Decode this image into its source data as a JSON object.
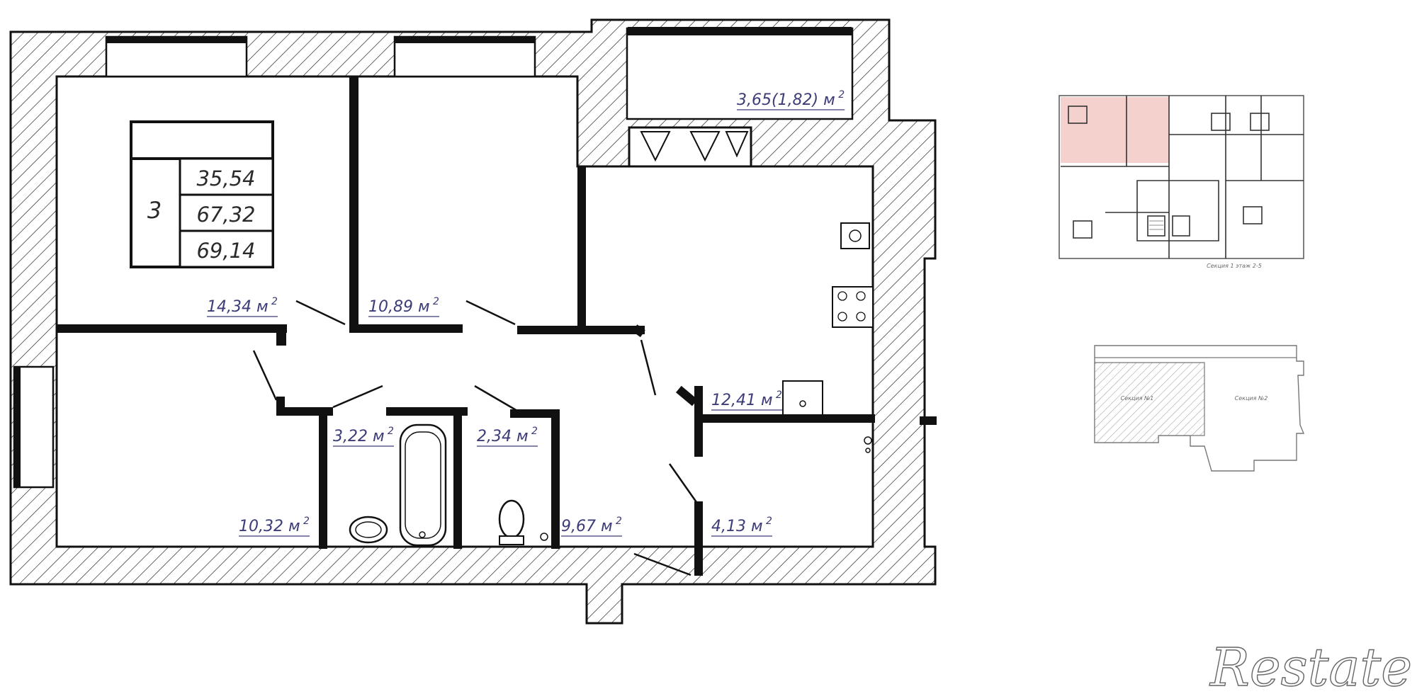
{
  "plan": {
    "room_count": "3",
    "areas": {
      "living": "35,54",
      "total": "67,32",
      "total_with_balcony": "69,14"
    },
    "rooms": [
      {
        "id": "bedroom-1",
        "area": "14,34",
        "unit": "м"
      },
      {
        "id": "bedroom-2",
        "area": "10,89",
        "unit": "м"
      },
      {
        "id": "balcony",
        "area": "3,65(1,82)",
        "unit": "м"
      },
      {
        "id": "kitchen",
        "area": "12,41",
        "unit": "м"
      },
      {
        "id": "bedroom-3",
        "area": "10,32",
        "unit": "м"
      },
      {
        "id": "bathroom",
        "area": "3,22",
        "unit": "м"
      },
      {
        "id": "toilet",
        "area": "2,34",
        "unit": "м"
      },
      {
        "id": "hallway",
        "area": "9,67",
        "unit": "м"
      },
      {
        "id": "storage",
        "area": "4,13",
        "unit": "м"
      }
    ],
    "unit_superscript": "2"
  },
  "floor_key": {
    "caption": "Секция 1 этаж 2-5"
  },
  "section_key": {
    "section_1": "Секция №1",
    "section_2": "Секция №2"
  },
  "brand": {
    "logo_text": "Restate"
  },
  "colors": {
    "wall": "#111111",
    "label": "#3c3c78",
    "highlight": "#f2c9c4"
  }
}
